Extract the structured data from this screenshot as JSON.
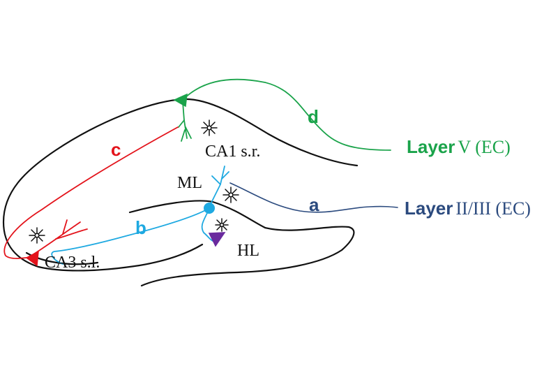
{
  "colors": {
    "outline": "#111111",
    "green": "#1aa34a",
    "red": "#e3131b",
    "lightblue": "#1ea9e1",
    "darkblue": "#2b4a7e",
    "purple": "#6a2a9e"
  },
  "labels": {
    "pathway_a": "a",
    "pathway_b": "b",
    "pathway_c": "c",
    "pathway_d": "d",
    "ca1": "CA1 s.r.",
    "ca3": "CA3 s.l.",
    "ml": "ML",
    "hl": "HL",
    "layer5_word": "Layer",
    "layer5_rest": "V (EC)",
    "layer23_word": "Layer",
    "layer23_rest": "II/III (EC)"
  },
  "icons": {
    "interneuron": "star-neuron-icon",
    "pyramidal": "triangle-neuron-icon",
    "granule": "circle-neuron-icon"
  }
}
